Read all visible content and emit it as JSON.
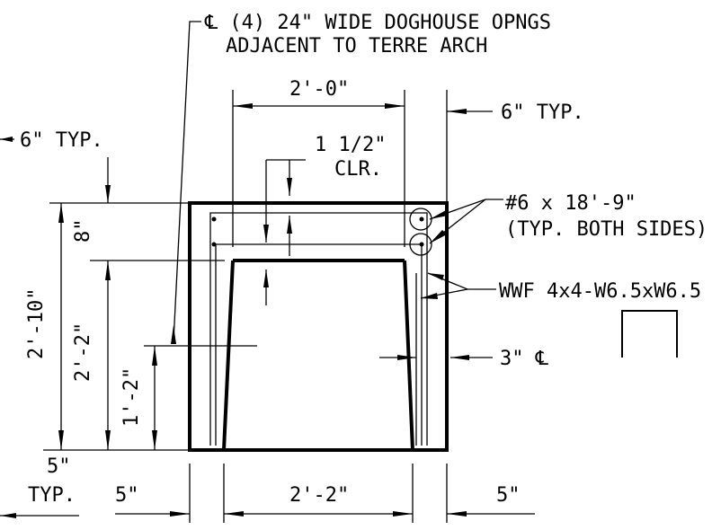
{
  "notes": {
    "doghouse_line1": "℄ (4) 24\" WIDE DOGHOUSE OPNGS",
    "doghouse_line2": "ADJACENT TO TERRE ARCH",
    "clear_cover_line1": "1 1/2\"",
    "clear_cover_line2": "CLR.",
    "rebar_line1": "#6 x 18'-9\"",
    "rebar_line2": "(TYP. BOTH SIDES)",
    "wwf": "WWF 4x4-W6.5xW6.5",
    "centerline_3in": "3\" ℄"
  },
  "dimensions": {
    "top_opening_width": "2'-0\"",
    "right_wall_typ": "6\" TYP.",
    "left_top_typ": "6\" TYP.",
    "top_slab": "8\"",
    "overall_height": "2'-10\"",
    "inner_height": "2'-2\"",
    "opening_height": "1'-2\"",
    "bottom_left_5_top": "5\"",
    "bottom_left_typ": "TYP.",
    "bottom_left_wall": "5\"",
    "bottom_inner_width": "2'-2\"",
    "bottom_right_wall": "5\""
  },
  "colors": {
    "ink": "#000000",
    "paper": "#ffffff"
  }
}
